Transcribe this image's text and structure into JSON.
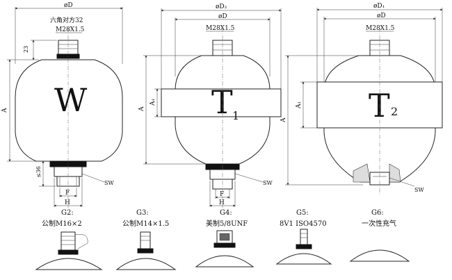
{
  "diagram": {
    "w_type": {
      "dim_diameter": "øD",
      "hex_label": "六角对方32",
      "thread": "M28X1.5",
      "dim_23": "23",
      "dim_A": "A",
      "letter": "W",
      "dim_36": "≤36",
      "dim_F": "F",
      "dim_H": "H",
      "sw": "SW"
    },
    "t1_type": {
      "dim_diameter_outer": "øD₂",
      "dim_diameter": "øD",
      "thread": "M28X1.5",
      "dim_A": "A",
      "dim_A1": "A₁",
      "letter": "T",
      "subscript": "1",
      "dim_F": "F",
      "dim_H": "H",
      "sw": "SW"
    },
    "t2_type": {
      "dim_diameter_outer": "øD₁",
      "dim_diameter": "øD",
      "thread": "M28X1.5",
      "dim_A": "A",
      "dim_A1": "A₁",
      "letter": "T",
      "subscript": "2",
      "sw": "SW"
    },
    "valves": [
      {
        "code": "G2:",
        "desc": "公制M16×2"
      },
      {
        "code": "G3:",
        "desc": "公制M14×1.5"
      },
      {
        "code": "G4:",
        "desc": "美制5/8UNF"
      },
      {
        "code": "G5:",
        "desc": "8V1 ISO4570"
      },
      {
        "code": "G6:",
        "desc": "一次性充气"
      }
    ]
  }
}
